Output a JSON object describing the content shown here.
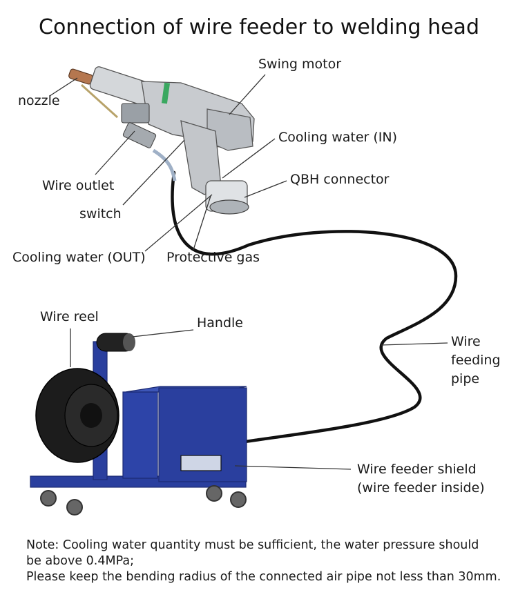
{
  "title": "Connection of wire feeder to welding head",
  "labels": {
    "nozzle": "nozzle",
    "swing_motor": "Swing motor",
    "cooling_in": "Cooling water (IN)",
    "qbh": "QBH connector",
    "wire_outlet": "Wire outlet",
    "switch": "switch",
    "cooling_out": "Cooling water (OUT)",
    "protective_gas": "Protective gas",
    "wire_reel": "Wire reel",
    "handle": "Handle",
    "wire_feeding_pipe": [
      "Wire",
      "feeding",
      "pipe"
    ],
    "shield": [
      "Wire feeder shield",
      "(wire feeder inside)"
    ]
  },
  "note": {
    "line1": "Note: Cooling water quantity must be sufficient, the water pressure should",
    "line2": "be above 0.4MPa;",
    "line3": "Please keep the bending radius of the connected air pipe not less than 30mm."
  },
  "colors": {
    "frame_blue": "#2a3f9e",
    "frame_dark": "#1c2a72",
    "head_gray": "#c8cbcf",
    "nozzle_copper": "#b5774f",
    "pipe": "#111111",
    "leader": "#333333"
  }
}
